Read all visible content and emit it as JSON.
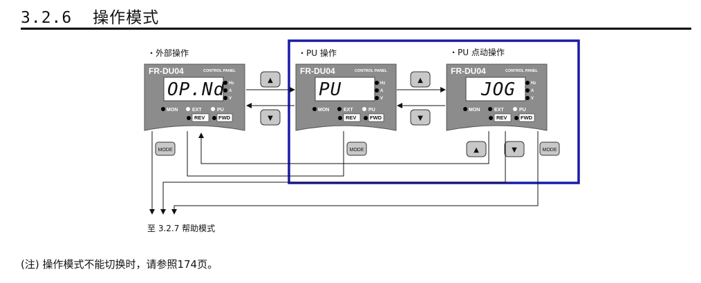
{
  "section": {
    "number": "3.2.6",
    "title": "操作模式"
  },
  "groups": {
    "external": "・外部操作",
    "pu": "・PU 操作",
    "pu_jog": "・PU 点动操作"
  },
  "panels": [
    {
      "model": "FR-DU04",
      "subtitle": "CONTROL PANEL",
      "display": "OP.Nd"
    },
    {
      "model": "FR-DU04",
      "subtitle": "CONTROL PANEL",
      "display": "PU"
    },
    {
      "model": "FR-DU04",
      "subtitle": "CONTROL PANEL",
      "display": "JOG"
    }
  ],
  "panel_labels": {
    "hz": "Hz",
    "a": "A",
    "v": "V",
    "mon": "MON",
    "ext": "EXT",
    "pu": "PU",
    "rev": "REV",
    "fwd": "FWD"
  },
  "keys": {
    "mode": "MODE",
    "up": "▲",
    "down": "▼"
  },
  "destination": "至 3.2.7 帮助模式",
  "note": "(注) 操作模式不能切换时，请参照174页。",
  "colors": {
    "highlight_box": "#1a1aa8",
    "panel_gray": "#8c8c8c",
    "display_bg": "#ffffff"
  }
}
